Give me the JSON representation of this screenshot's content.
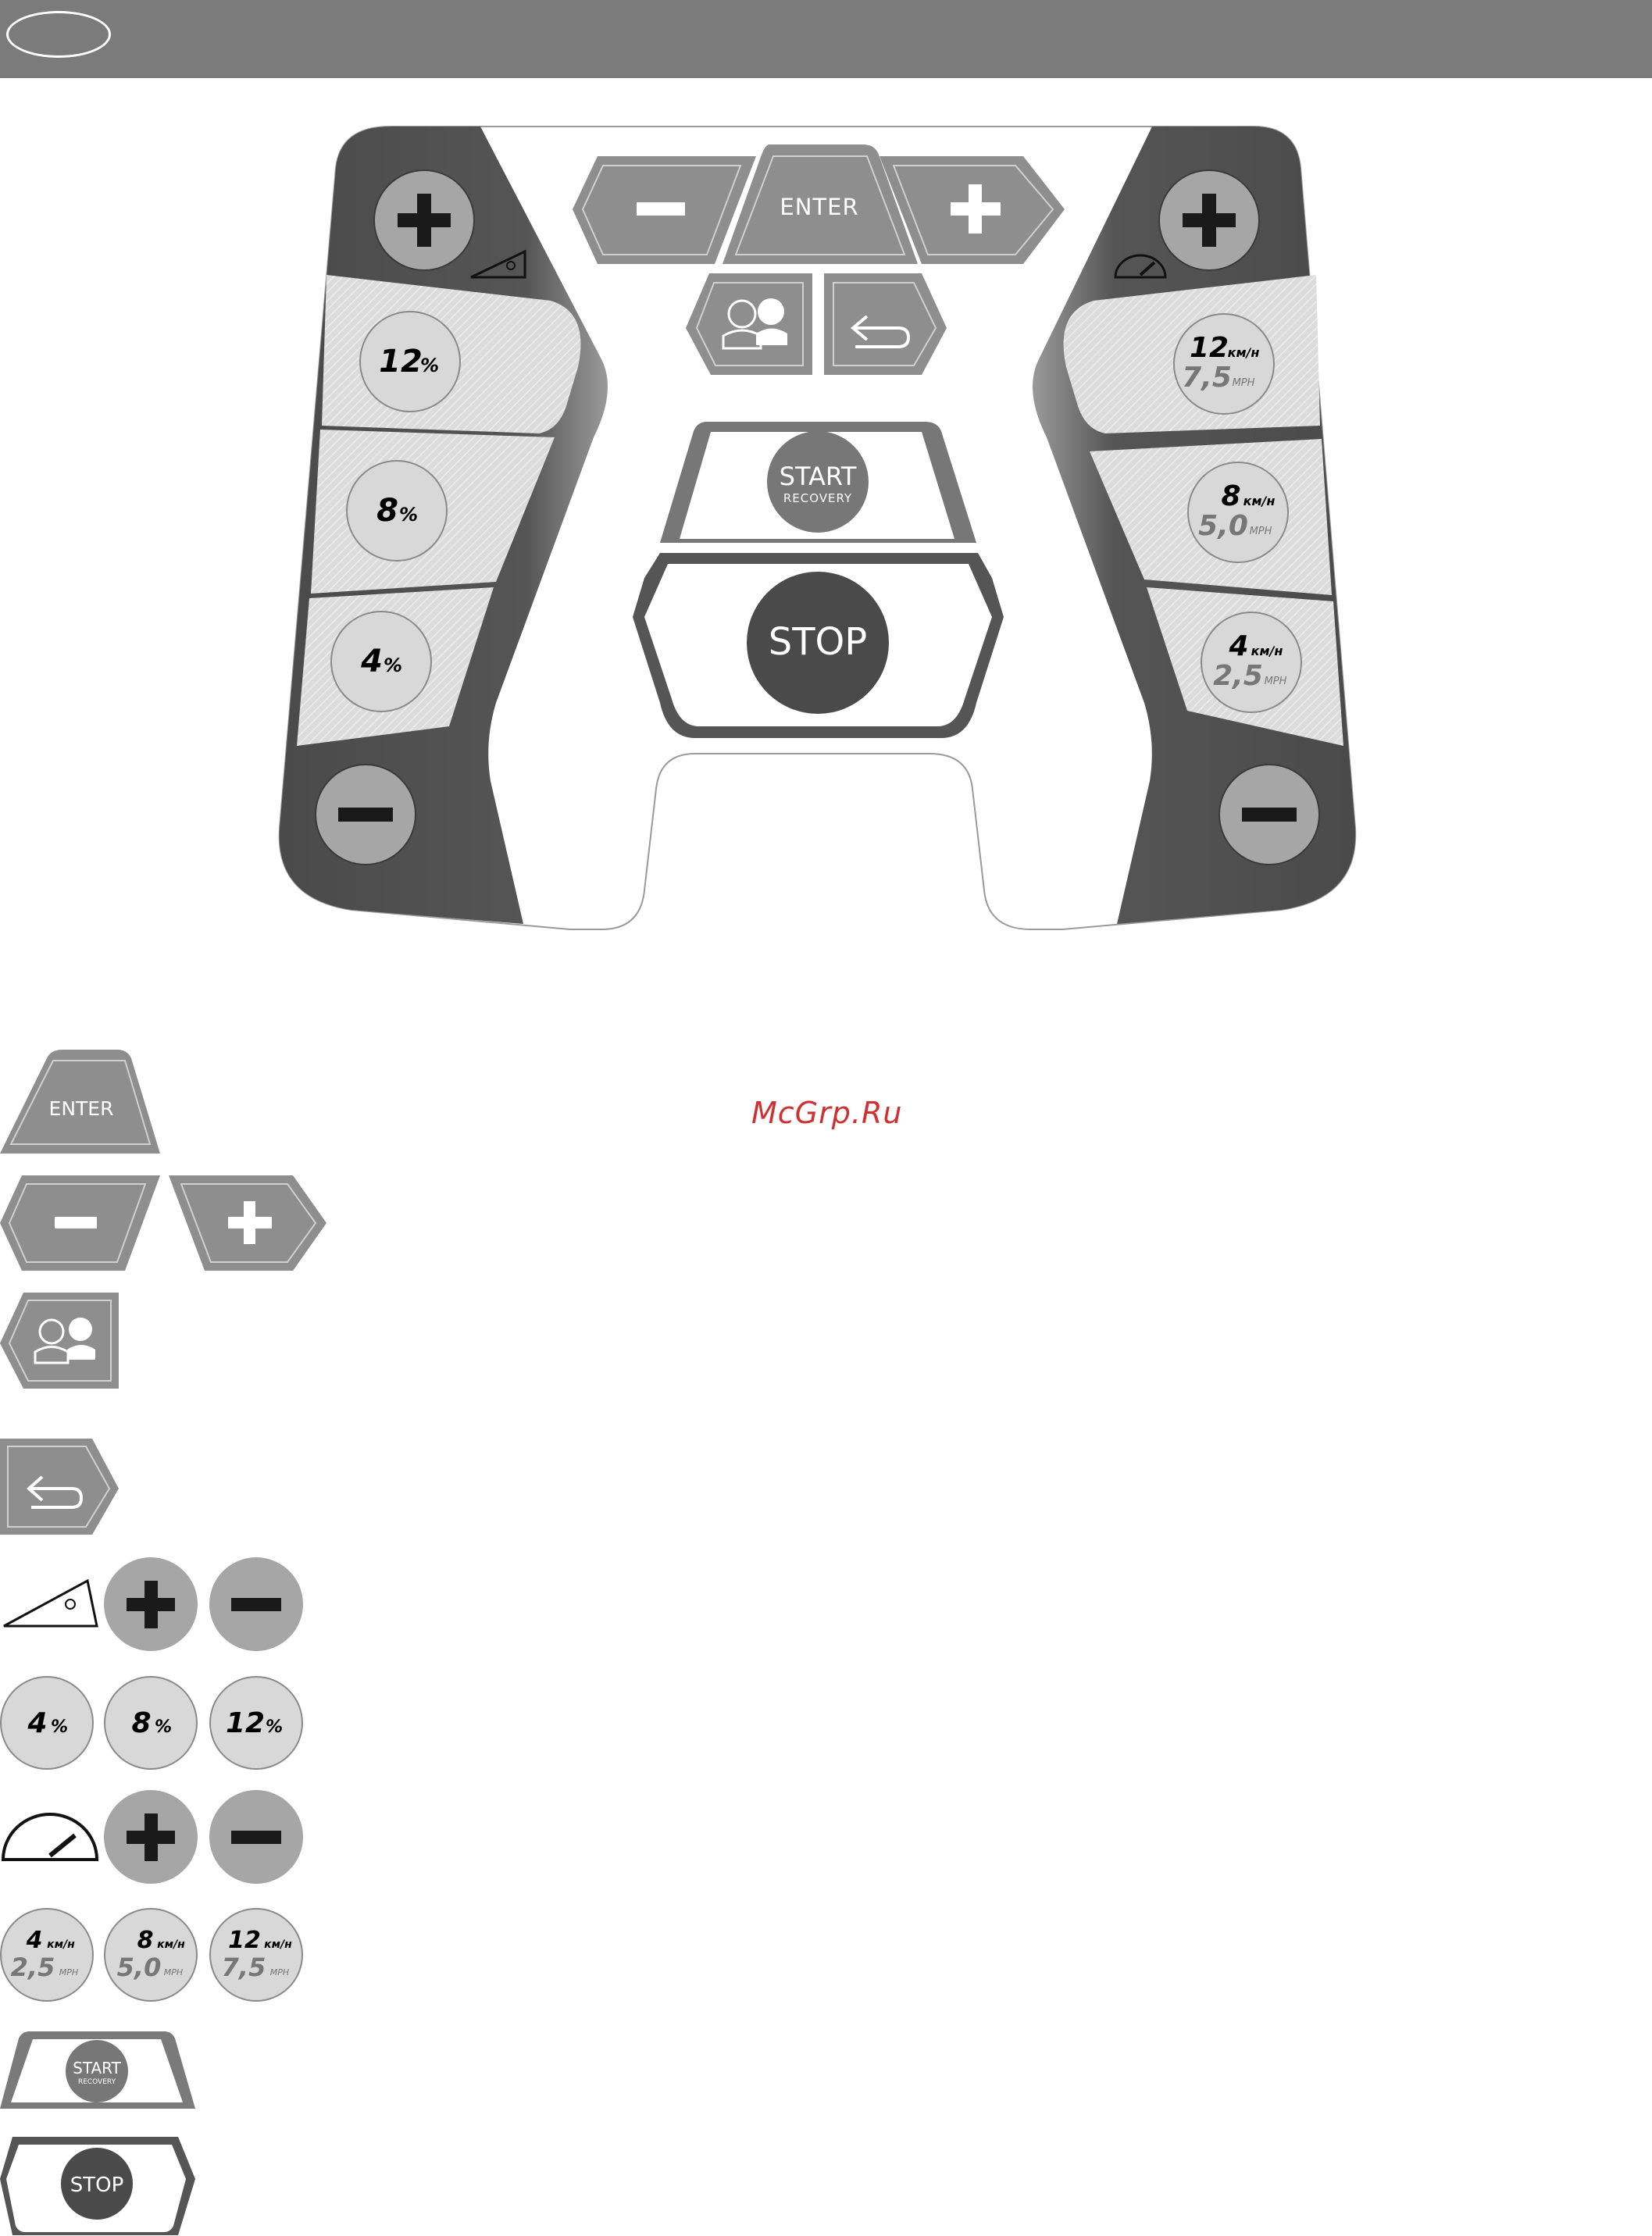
{
  "header": {
    "badge": ""
  },
  "panel": {
    "enter_label": "ENTER",
    "start_label": "START",
    "recovery_label": "RECOVERY",
    "stop_label": "STOP",
    "incline_presets": [
      "12",
      "8",
      "4"
    ],
    "incline_unit": "%",
    "speed_presets": [
      {
        "kmh": "12",
        "mph": "7,5"
      },
      {
        "kmh": "8",
        "mph": "5,0"
      },
      {
        "kmh": "4",
        "mph": "2,5"
      }
    ],
    "kmh_unit": "км/н",
    "mph_unit": "MPH"
  },
  "legend": {
    "enter_label": "ENTER",
    "incline_presets": [
      "4",
      "8",
      "12"
    ],
    "incline_unit": "%",
    "speed_presets": [
      {
        "kmh": "4",
        "mph": "2,5"
      },
      {
        "kmh": "8",
        "mph": "5,0"
      },
      {
        "kmh": "12",
        "mph": "7,5"
      }
    ],
    "kmh_unit": "км/н",
    "mph_unit": "MPH",
    "start_label": "START",
    "recovery_label": "RECOVERY",
    "stop_label": "STOP"
  },
  "watermark": "McGrp.Ru",
  "colors": {
    "header": "#7c7b7c",
    "dark_panel": "#4d4d4d",
    "button_grey": "#a6a6a6",
    "stop_dark": "#4a4a4a"
  },
  "icons": [
    "plus-icon",
    "minus-icon",
    "incline-icon",
    "speedometer-icon",
    "users-icon",
    "back-arrow-icon"
  ]
}
